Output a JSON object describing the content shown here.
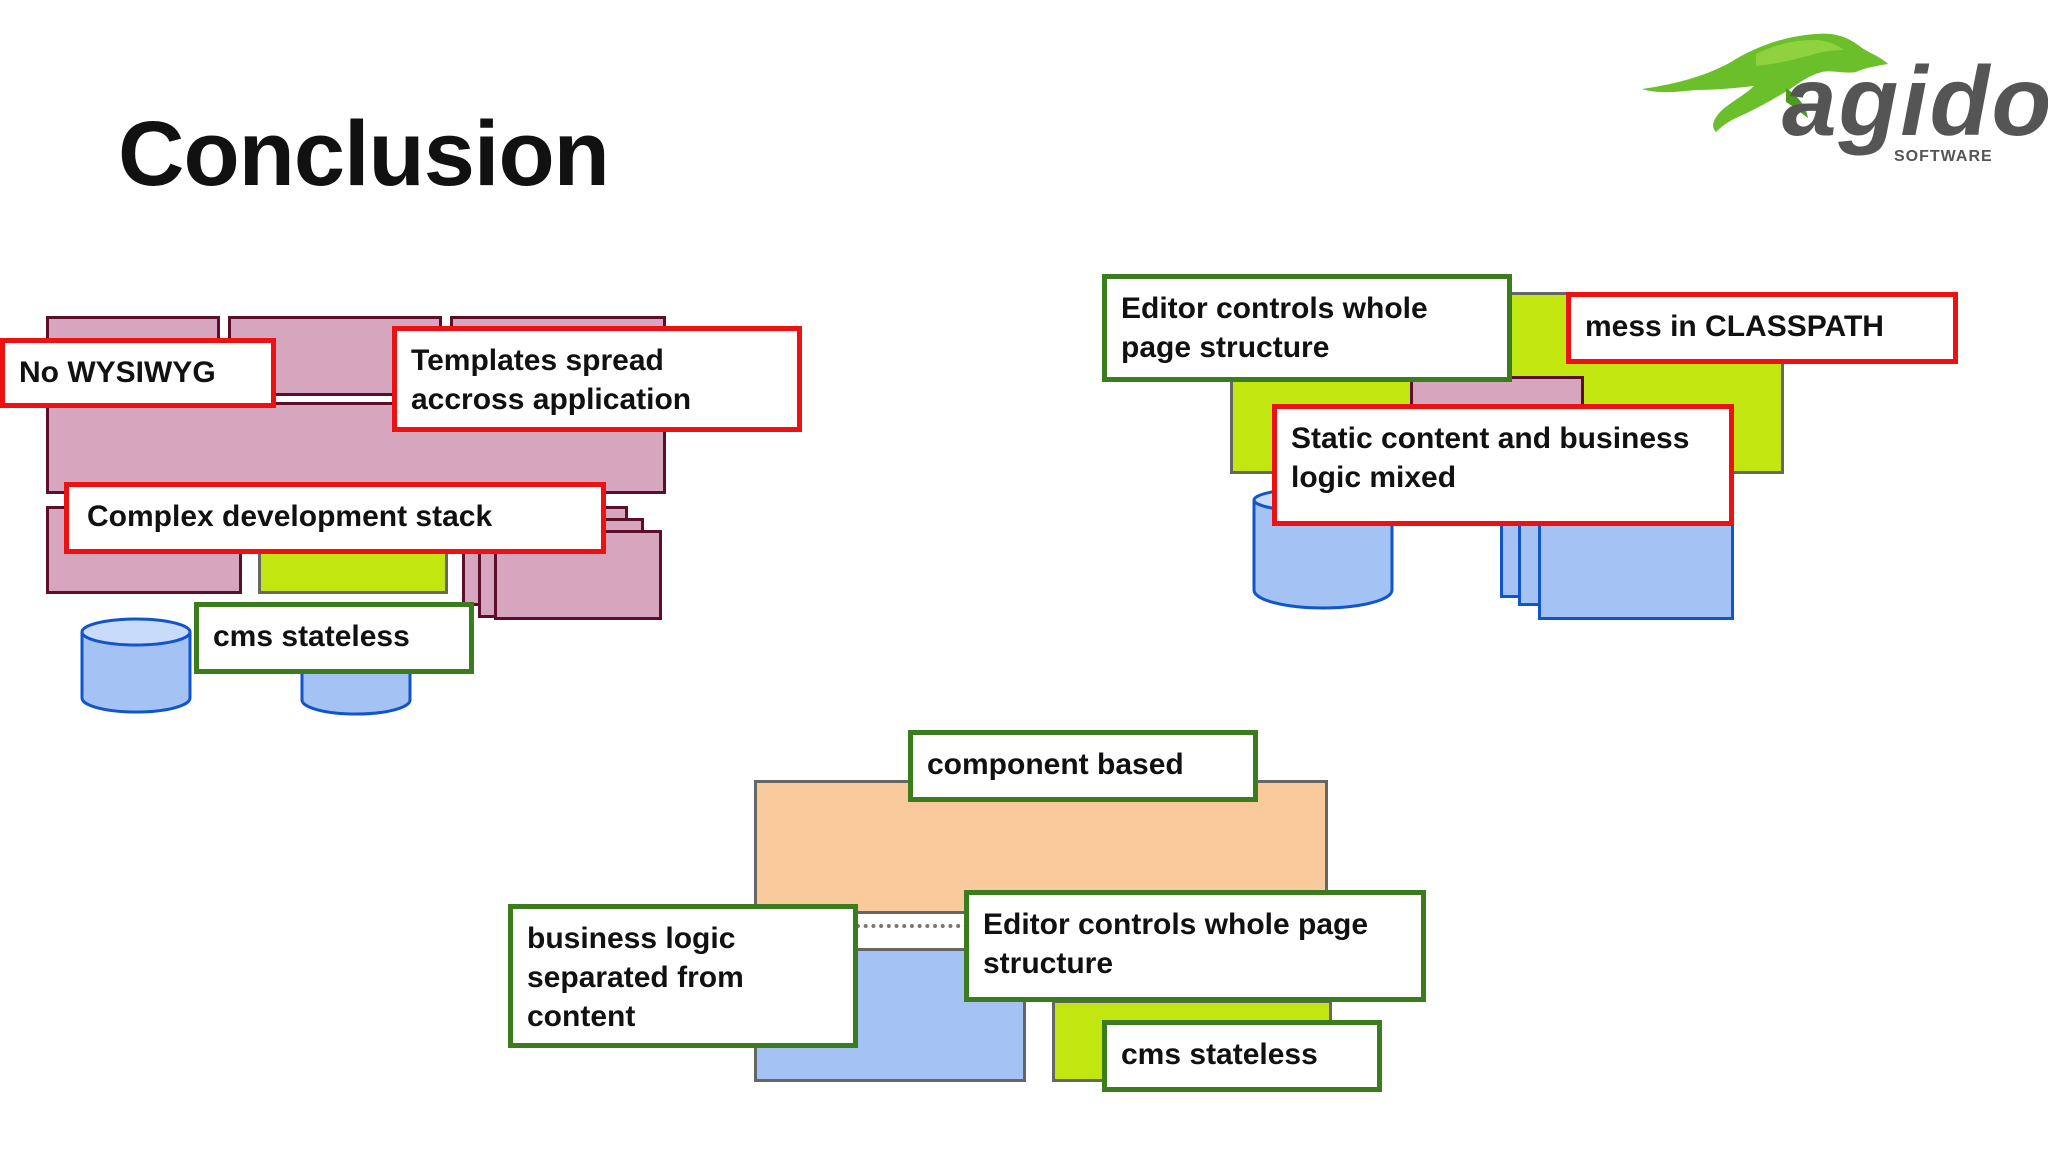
{
  "slide": {
    "title": "Conclusion"
  },
  "logo": {
    "name": "agido",
    "tagline": "SOFTWARE"
  },
  "diagram_left": {
    "labels": {
      "no_wysiwyg": "No WYSIWYG",
      "templates_spread": "Templates spread accross application",
      "complex_stack": "Complex development stack",
      "cms_stateless": "cms stateless"
    }
  },
  "diagram_right": {
    "labels": {
      "editor_controls": "Editor controls whole page structure",
      "classpath": "mess in CLASSPATH",
      "static_mixed": "Static content and business logic mixed"
    }
  },
  "diagram_bottom": {
    "labels": {
      "component_based": "component based",
      "business_logic": "business logic separated from content",
      "editor_controls": "Editor controls whole page structure",
      "cms_stateless": "cms stateless"
    }
  },
  "colors": {
    "pink": "#d5a6bd",
    "lime": "#c2e60f",
    "peach": "#f9cb9c",
    "blue": "#a4c2f4",
    "red_border": "#ee1111",
    "green_border": "#3b7c1e"
  }
}
